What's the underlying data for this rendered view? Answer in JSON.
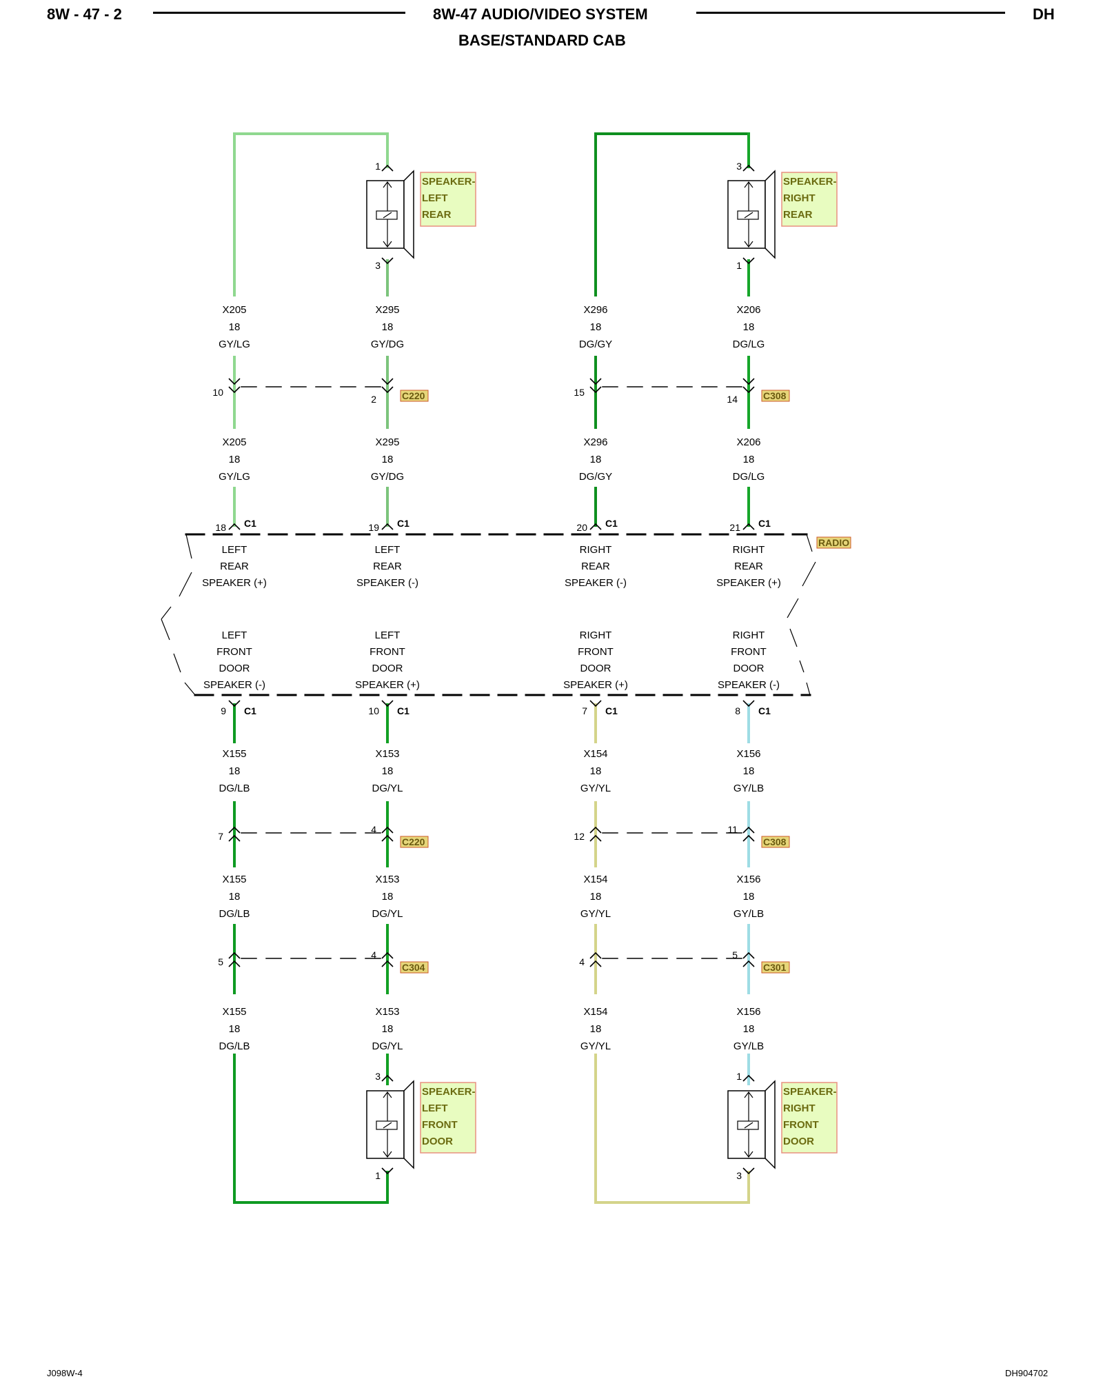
{
  "header": {
    "page_number": "8W - 47 - 2",
    "title": "8W-47 AUDIO/VIDEO SYSTEM",
    "subtitle": "BASE/STANDARD CAB",
    "model_code": "DH"
  },
  "footer": {
    "left_code": "J098W-4",
    "right_code": "DH904702"
  },
  "colors": {
    "GY/LG": "#8fd88f",
    "GY/DG": "#7cc47c",
    "DG/GY": "#0f8f1f",
    "DG/LG": "#16a62a",
    "DG/LB": "#0e9a22",
    "DG/YL": "#12a024",
    "GY/YL": "#d4d48a",
    "GY/LB": "#9edce4",
    "tag_fill": "#e6d67a",
    "tag_border": "#cc5a2a",
    "comp_fill": "#e8fcc0",
    "comp_border": "#e89080"
  },
  "radio": {
    "name": "RADIO",
    "connector": "C1",
    "rear_functions": [
      [
        "LEFT",
        "REAR",
        "SPEAKER (+)"
      ],
      [
        "LEFT",
        "REAR",
        "SPEAKER (-)"
      ],
      [
        "RIGHT",
        "REAR",
        "SPEAKER (-)"
      ],
      [
        "RIGHT",
        "REAR",
        "SPEAKER (+)"
      ]
    ],
    "front_functions": [
      [
        "LEFT",
        "FRONT",
        "DOOR",
        "SPEAKER (-)"
      ],
      [
        "LEFT",
        "FRONT",
        "DOOR",
        "SPEAKER (+)"
      ],
      [
        "RIGHT",
        "FRONT",
        "DOOR",
        "SPEAKER (+)"
      ],
      [
        "RIGHT",
        "FRONT",
        "DOOR",
        "SPEAKER (-)"
      ]
    ],
    "rear_pins": [
      "18",
      "19",
      "20",
      "21"
    ],
    "front_pins": [
      "9",
      "10",
      "7",
      "8"
    ]
  },
  "speakers": {
    "left_rear": [
      "SPEAKER-",
      "LEFT",
      "REAR"
    ],
    "right_rear": [
      "SPEAKER-",
      "RIGHT",
      "REAR"
    ],
    "left_front": [
      "SPEAKER-",
      "LEFT",
      "FRONT",
      "DOOR"
    ],
    "right_front": [
      "SPEAKER-",
      "RIGHT",
      "FRONT",
      "DOOR"
    ],
    "left_rear_pins": [
      "1",
      "3"
    ],
    "right_rear_pins": [
      "3",
      "1"
    ],
    "left_front_pins": [
      "3",
      "1"
    ],
    "right_front_pins": [
      "1",
      "3"
    ]
  },
  "wires": {
    "rear": [
      {
        "circuit": "X205",
        "gauge": "18",
        "color": "GY/LG"
      },
      {
        "circuit": "X295",
        "gauge": "18",
        "color": "GY/DG"
      },
      {
        "circuit": "X296",
        "gauge": "18",
        "color": "DG/GY"
      },
      {
        "circuit": "X206",
        "gauge": "18",
        "color": "DG/LG"
      }
    ],
    "front": [
      {
        "circuit": "X155",
        "gauge": "18",
        "color": "DG/LB"
      },
      {
        "circuit": "X153",
        "gauge": "18",
        "color": "DG/YL"
      },
      {
        "circuit": "X154",
        "gauge": "18",
        "color": "GY/YL"
      },
      {
        "circuit": "X156",
        "gauge": "18",
        "color": "GY/LB"
      }
    ]
  },
  "inline_connectors": {
    "rear_left": {
      "name": "C220",
      "pins": [
        "10",
        "2"
      ]
    },
    "rear_right": {
      "name": "C308",
      "pins": [
        "15",
        "14"
      ]
    },
    "front_left_1": {
      "name": "C220",
      "pins": [
        "7",
        "4"
      ]
    },
    "front_right_1": {
      "name": "C308",
      "pins": [
        "12",
        "11"
      ]
    },
    "front_left_2": {
      "name": "C304",
      "pins": [
        "5",
        "4"
      ]
    },
    "front_right_2": {
      "name": "C301",
      "pins": [
        "4",
        "5"
      ]
    }
  }
}
